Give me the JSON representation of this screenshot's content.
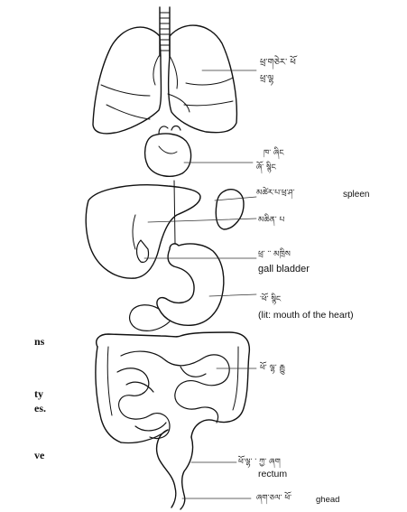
{
  "labels": {
    "lungs_tib": "ཕྲ་གཅེར་ ཕོ",
    "lungs_tib2": "ཕྲ་ལྷ",
    "heart_tib": "ཁ་ ཞིང",
    "heart_tib2": "ཞོ་ སྙིང",
    "spleen_tib": "མཚེར་པ་ཕྲ་ཤ་",
    "spleen": "spleen",
    "liver_tib": "མཆིན་ པ",
    "gallbladder_tib": "ཕྲ་ ་་ མཁྲིས",
    "gallbladder": "gall bladder",
    "stomach_tib": "་ཕོ་ སྙིང",
    "stomach": "(lit: mouth of the heart)",
    "intestine_tib": "ཕོ་ ལྷ་ རྒྱུ",
    "rectum_tib": "ཕོ་ལྷ་ ་ ཀྱ་ ཞག",
    "rectum": "rectum",
    "anus_tib": "ཞག་ཅལ་ ཕོ་",
    "anus": "ghead"
  },
  "side_text": [
    "ns",
    "ty",
    "es.",
    "ve"
  ]
}
